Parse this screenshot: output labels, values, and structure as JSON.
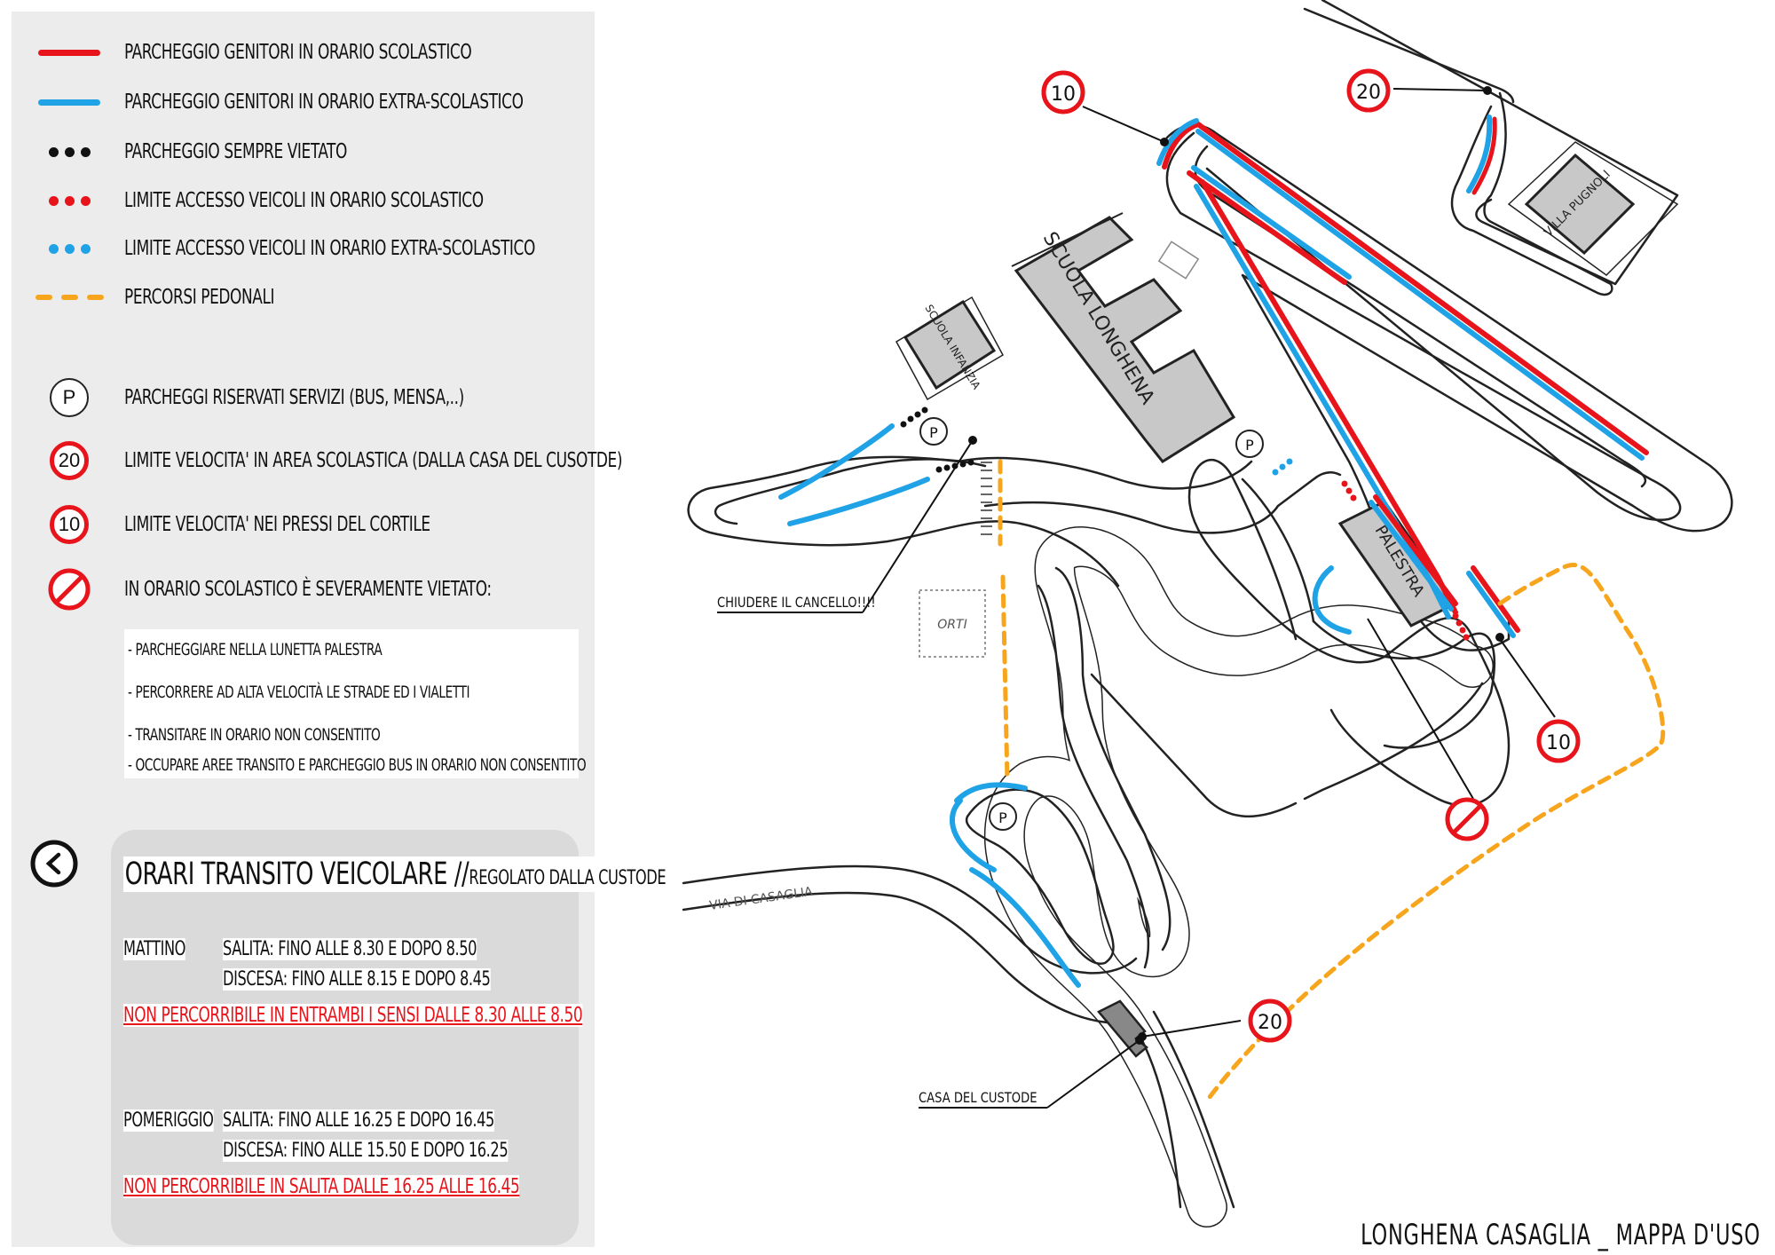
{
  "legend": {
    "items": [
      {
        "symbol": "red-solid-line",
        "label": "PARCHEGGIO GENITORI IN ORARIO SCOLASTICO"
      },
      {
        "symbol": "blue-solid-line",
        "label": "PARCHEGGIO GENITORI IN ORARIO EXTRA-SCOLASTICO"
      },
      {
        "symbol": "black-dots",
        "label": "PARCHEGGIO SEMPRE VIETATO"
      },
      {
        "symbol": "red-dots",
        "label": "LIMITE ACCESSO VEICOLI IN ORARIO SCOLASTICO"
      },
      {
        "symbol": "blue-dots",
        "label": "LIMITE ACCESSO VEICOLI IN ORARIO EXTRA-SCOLASTICO"
      },
      {
        "symbol": "orange-dashes",
        "label": "PERCORSI PEDONALI"
      },
      {
        "symbol": "parking-sign",
        "glyph": "P",
        "label": "PARCHEGGI RISERVATI SERVIZI (BUS, MENSA,..)"
      },
      {
        "symbol": "speed-limit-sign",
        "glyph": "20",
        "label": "LIMITE VELOCITA' IN AREA SCOLASTICA (DALLA CASA DEL CUSOTDE)"
      },
      {
        "symbol": "speed-limit-sign",
        "glyph": "10",
        "label": "LIMITE VELOCITA' NEI PRESSI DEL CORTILE"
      },
      {
        "symbol": "prohibition-sign",
        "label": "IN ORARIO SCOLASTICO È SEVERAMENTE VIETATO:"
      }
    ],
    "rules": [
      "- PARCHEGGIARE NELLA LUNETTA PALESTRA",
      "- PERCORRERE AD ALTA VELOCITÀ  LE STRADE ED I VIALETTI",
      "- TRANSITARE IN ORARIO NON CONSENTITO",
      "- OCCUPARE AREE TRANSITO E PARCHEGGIO BUS IN ORARIO NON CONSENTITO"
    ]
  },
  "hours": {
    "title": "ORARI TRANSITO VEICOLARE //",
    "subtitle": "REGOLATO DALLA CUSTODE",
    "morning": {
      "label": "MATTINO",
      "up": "SALITA:    FINO ALLE 8.30 E DOPO 8.50",
      "down": "DISCESA:  FINO ALLE 8.15 E DOPO 8.45",
      "warning": "NON PERCORRIBILE IN ENTRAMBI I SENSI DALLE 8.30 ALLE 8.50"
    },
    "afternoon": {
      "label": "POMERIGGIO",
      "up": "SALITA:    FINO ALLE 16.25 E DOPO 16.45",
      "down": "DISCESA:  FINO ALLE 15.50 E DOPO 16.25",
      "warning": "NON PERCORRIBILE IN SALITA DALLE 16.25 ALLE 16.45"
    }
  },
  "map": {
    "buildings": {
      "scuola_longhena": "SCUOLA LONGHENA",
      "scuola_infanzia": "SCUOLA INFANZIA",
      "palestra": "PALESTRA",
      "villa_pugnoli": "VILLA PUGNOLI",
      "orti": "ORTI"
    },
    "street": "VIA DI CASAGLIA",
    "callouts": {
      "gate": "CHIUDERE IL CANCELLO!!!!",
      "custodian": "CASA DEL CUSTODE"
    },
    "signs": {
      "speed_20": "20",
      "speed_10": "10",
      "parking": "P"
    }
  },
  "footer": "LONGHENA CASAGLIA _ MAPPA D'USO",
  "colors": {
    "red": "#e8141b",
    "blue": "#1fa3e6",
    "orange": "#f7a51c",
    "building": "#c8c8c8"
  }
}
